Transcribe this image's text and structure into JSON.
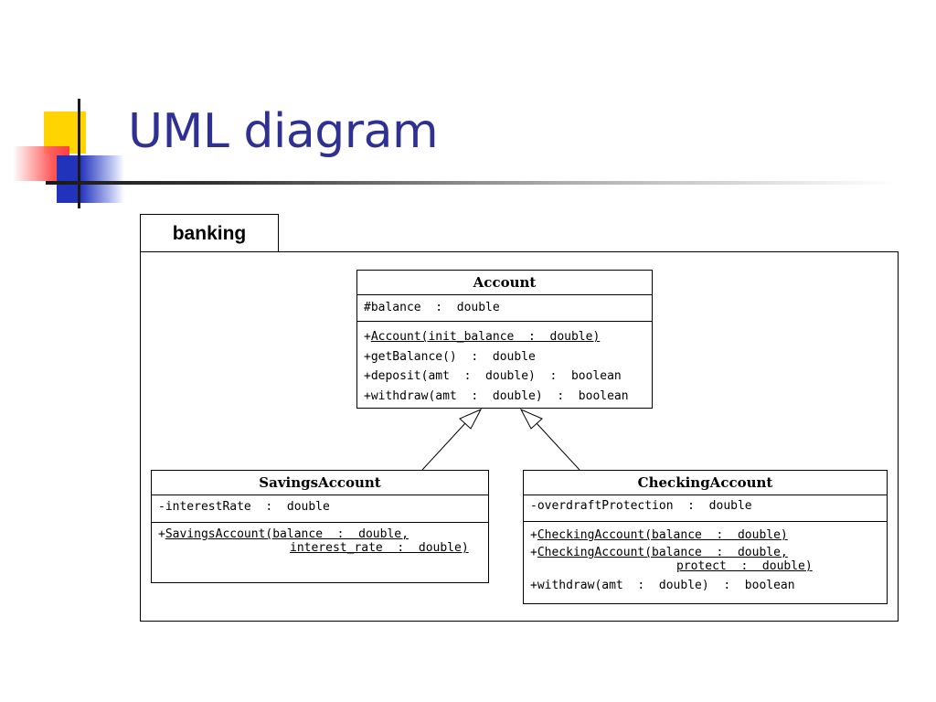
{
  "slide": {
    "title": "UML diagram"
  },
  "package": {
    "name": "banking"
  },
  "classes": {
    "account": {
      "name": "Account",
      "attributes": [
        "#balance  :  double"
      ],
      "operations": [
        {
          "prefix": "+",
          "text": "Account(init_balance  :  double)",
          "underline": true
        },
        {
          "prefix": "+",
          "text": "getBalance()  :  double",
          "underline": false
        },
        {
          "prefix": "+",
          "text": "deposit(amt  :  double)  :  boolean",
          "underline": false
        },
        {
          "prefix": "+",
          "text": "withdraw(amt  :  double)  :  boolean",
          "underline": false
        }
      ]
    },
    "savings": {
      "name": "SavingsAccount",
      "attributes": [
        "-interestRate  :  double"
      ],
      "operations": [
        {
          "prefix": "+",
          "line1": "SavingsAccount(balance  :  double,",
          "line2": "interest_rate  :  double)",
          "underline": true
        }
      ]
    },
    "checking": {
      "name": "CheckingAccount",
      "attributes": [
        "-overdraftProtection  :  double"
      ],
      "operations": [
        {
          "prefix": "+",
          "text": "CheckingAccount(balance  :  double)",
          "underline": true
        },
        {
          "prefix": "+",
          "line1": "CheckingAccount(balance  :  double,",
          "line2": "protect  :  double)",
          "underline": true
        },
        {
          "prefix": "+",
          "text": "withdraw(amt  :  double)  :  boolean",
          "underline": false
        }
      ]
    }
  },
  "relationships": [
    {
      "type": "generalization",
      "from": "SavingsAccount",
      "to": "Account"
    },
    {
      "type": "generalization",
      "from": "CheckingAccount",
      "to": "Account"
    }
  ]
}
